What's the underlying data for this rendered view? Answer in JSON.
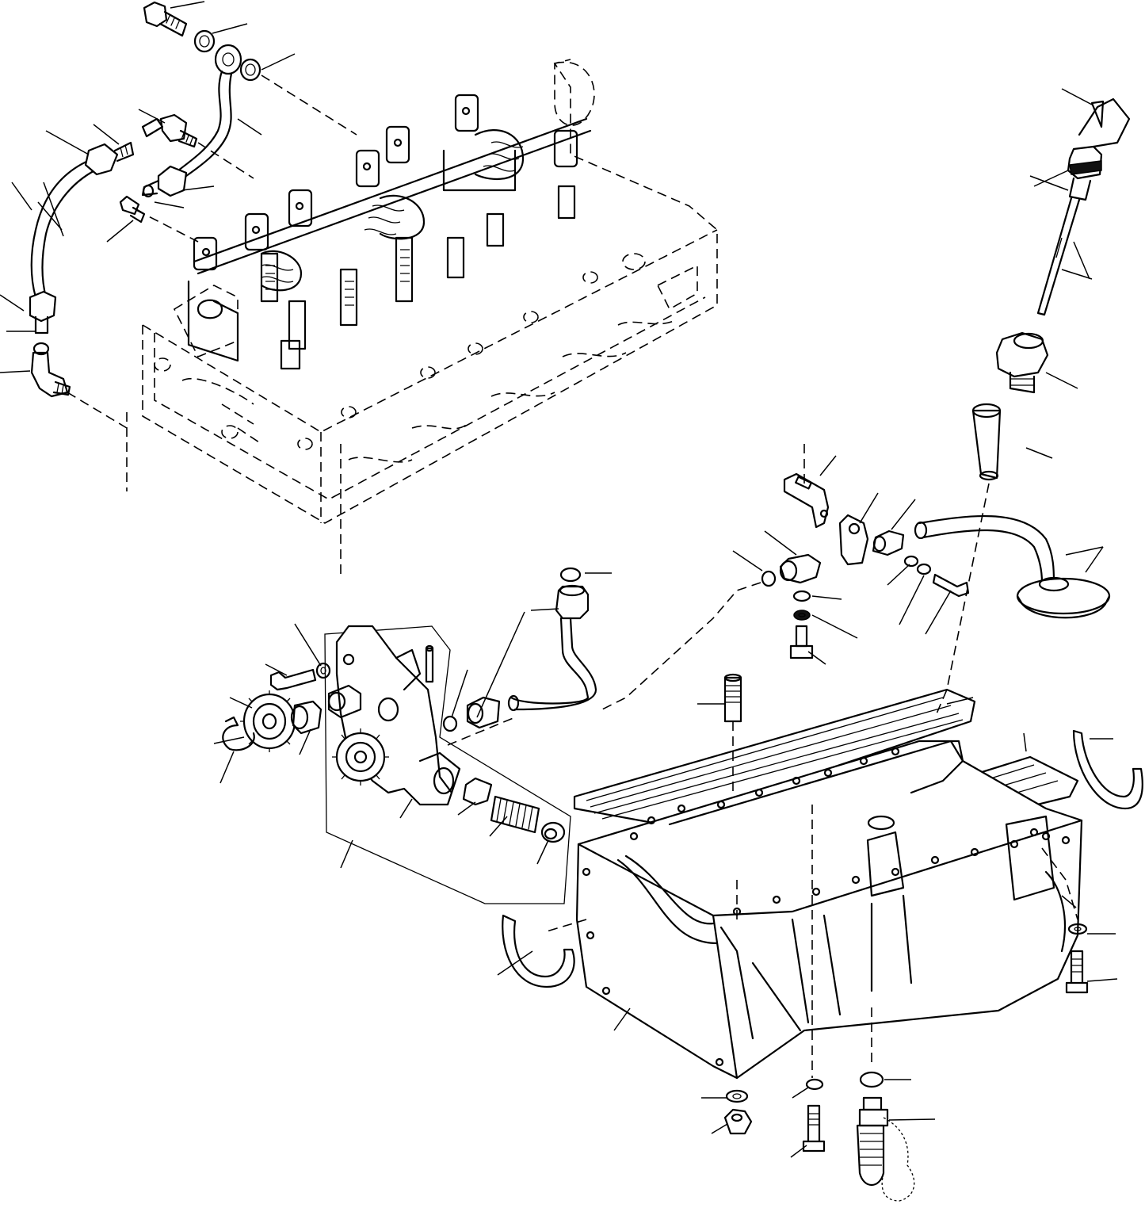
{
  "figure": {
    "type": "exploded-parts-diagram",
    "labels_printed": false,
    "parts": [
      "banjo-bolt",
      "sealing-washer",
      "oil-pipe-upper",
      "elbow-fitting",
      "union-fitting",
      "oil-pipe-left",
      "cylinder-head-rocker-assembly",
      "dipstick",
      "dipstick-tube-plug",
      "dipstick-guide-tube",
      "mounting-bracket",
      "hose-clamp",
      "pipe-connector",
      "suction-pipe",
      "oil-strainer",
      "oil-pump-body",
      "pump-drive-gear",
      "circlip",
      "bushing",
      "relief-valve-spring",
      "relief-valve-plug",
      "pump-delivery-pipe",
      "oil-pan-gasket",
      "oil-sump",
      "thrust-half-ring",
      "stud",
      "drain-plug",
      "oil-pressure-sender",
      "washer",
      "nut",
      "bolt"
    ]
  }
}
